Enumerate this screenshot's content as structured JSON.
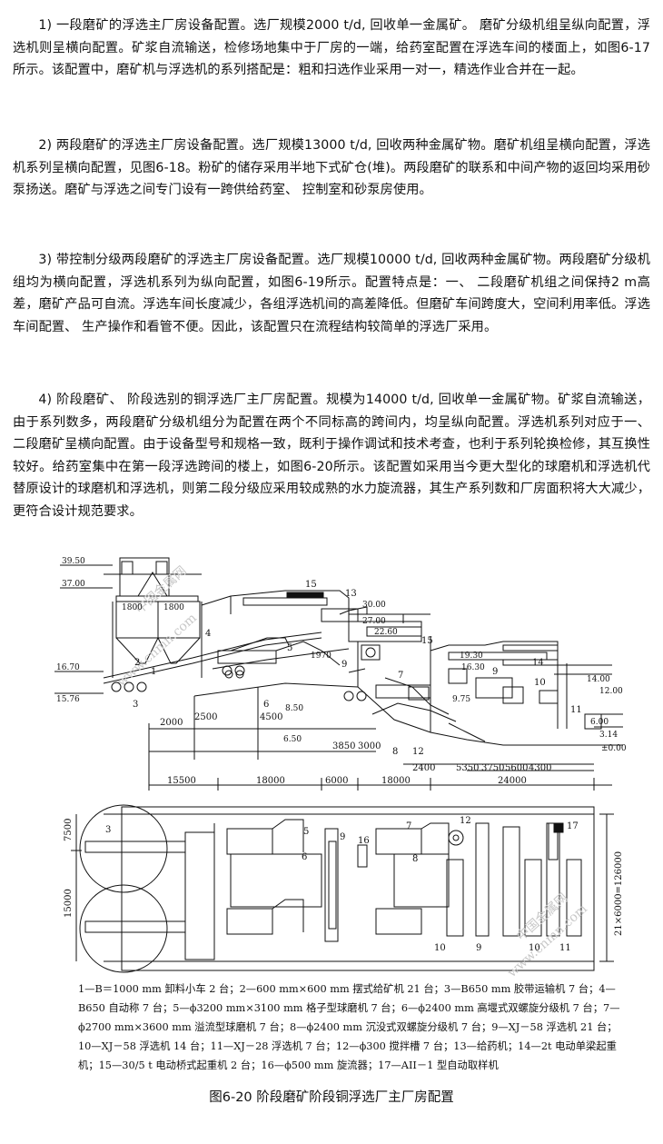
{
  "paragraphs": [
    "1) 一段磨矿的浮选主厂房设备配置。选厂规模2000 t/d, 回收单一金属矿。 磨矿分级机组呈纵向配置，浮选机则呈横向配置。矿浆自流输送，检修场地集中于厂房的一端，给药室配置在浮选车间的楼面上，如图6-17所示。该配置中，磨矿机与浮选机的系列搭配是：粗和扫选作业采用一对一，精选作业合并在一起。",
    "2) 两段磨矿的浮选主厂房设备配置。选厂规模13000 t/d, 回收两种金属矿物。磨矿机组呈横向配置，浮选机系列呈横向配置，见图6-18。粉矿的储存采用半地下式矿仓(堆)。两段磨矿的联系和中间产物的返回均采用砂泵扬送。磨矿与浮选之间专门设有一跨供给药室、 控制室和砂泵房使用。",
    "3) 带控制分级两段磨矿的浮选主厂房设备配置。选厂规模10000 t/d, 回收两种金属矿物。两段磨矿分级机组均为横向配置，浮选机系列为纵向配置，如图6-19所示。配置特点是：一、 二段磨矿机组之间保持2 m高差，磨矿产品可自流。浮选车间长度减少，各组浮选机间的高差降低。但磨矿车间跨度大，空间利用率低。浮选车间配置、 生产操作和看管不便。因此，该配置只在流程结构较简单的浮选厂采用。",
    "4) 阶段磨矿、 阶段选别的铜浮选厂主厂房配置。规模为14000 t/d, 回收单一金属矿物。矿浆自流输送，由于系列数多，两段磨矿分级机组分为配置在两个不同标高的跨间内，均呈纵向配置。浮选机系列对应于一、 二段磨矿呈横向配置。由于设备型号和规格一致，既利于操作调试和技术考查，也利于系列轮换检修，其互换性较好。给药室集中在第一段浮选跨间的楼上，如图6-20所示。该配置如采用当今更大型化的球磨机和浮选机代替原设计的球磨机和浮选机，则第二段分级应采用较成熟的水力旋流器，其生产系列数和厂房面积将大大减少，更符合设计规范要求。"
  ],
  "figure": {
    "elevations": [
      "39.50",
      "37.00",
      "30.00",
      "27.00",
      "22.60",
      "19.30",
      "16.30",
      "16.70",
      "15.76",
      "14.00",
      "12.00",
      "9.75",
      "8.50",
      "6.50",
      "6.00",
      "3.14",
      "±0.00"
    ],
    "bin_widths": [
      "1800",
      "1800"
    ],
    "level_1970": "1970",
    "section_dims": [
      "2000",
      "2500",
      "4500",
      "3850",
      "3000",
      "2400",
      "5350",
      "3750",
      "5600",
      "4300"
    ],
    "span_dims": [
      "15500",
      "18000",
      "6000",
      "18000",
      "24000"
    ],
    "plan_dims": [
      "7500",
      "15000",
      "21×6000=126000"
    ],
    "labels_section": [
      "15",
      "13",
      "4",
      "5",
      "2",
      "1",
      "3",
      "9",
      "6",
      "15",
      "14",
      "7",
      "9",
      "10",
      "11",
      "8",
      "12"
    ],
    "labels_plan": [
      "3",
      "5",
      "6",
      "9",
      "16",
      "7",
      "8",
      "12",
      "17",
      "10",
      "9",
      "10",
      "11"
    ],
    "watermarks": [
      "中国金属网",
      "www.cnmn.com",
      "中国金属网",
      "www.cnmn.com"
    ]
  },
  "legend": "1—B＝1000 mm 卸料小车 2 台；2—600 mm×600 mm 摆式给矿机 21 台；3—B650 mm 胶带运输机 7 台；4—B650 自动称 7 台；5—ϕ3200 mm×3100 mm 格子型球磨机 7 台；6—ϕ2400 mm 高堰式双螺旋分级机 7 台；7—ϕ2700 mm×3600 mm 溢流型球磨机 7 台；8—ϕ2400 mm 沉没式双螺旋分级机 7 台；9—XJ－58 浮选机 21 台；10—XJ－58 浮选机 14 台；11—XJ－28 浮选机 7 台；12—ϕ300 搅拌槽 7 台；13—给药机；14—2t 电动单梁起重机；15—30/5 t 电动桥式起重机 2 台；16—ϕ500 mm 旋流器；17—AII－1 型自动取样机",
  "caption": "图6-20 阶段磨矿阶段铜浮选厂主厂房配置"
}
